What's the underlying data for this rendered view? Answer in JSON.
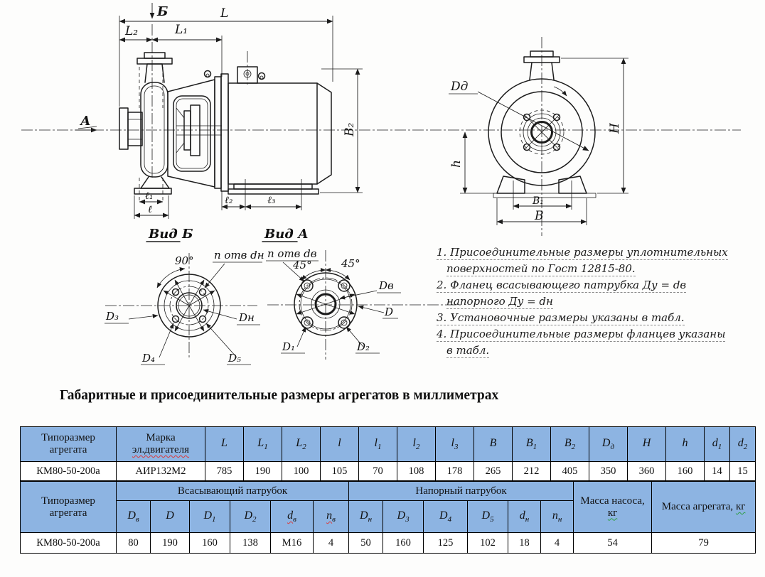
{
  "title": "Габаритные и присоединительные размеры агрегатов в миллиметрах",
  "drawing": {
    "view_labels": {
      "a": "А",
      "b": "Б",
      "view_b_title": "Вид Б",
      "view_a_title": "Вид А"
    },
    "dims": {
      "L": "L",
      "L1": "L₁",
      "L2": "L₂",
      "B2": "B₂",
      "l": "ℓ",
      "l1": "ℓ₁",
      "l2": "ℓ₂",
      "l3": "ℓ₃",
      "H": "H",
      "h": "h",
      "B": "B",
      "B1": "B₁",
      "Dd": "Dд"
    },
    "flange_b": {
      "angle": "90°",
      "holes": "n отв dн",
      "Dn": "Dн",
      "D3": "D₃",
      "D4": "D₄",
      "D5": "D₅"
    },
    "flange_a": {
      "holes": "n отв dв",
      "angle1": "45°",
      "angle2": "45°",
      "Dv": "Dв",
      "D": "D",
      "D1": "D₁",
      "D2": "D₂"
    },
    "notes": [
      "1. Присоединительные размеры уплотнительных",
      "поверхностей  по Гост 12815-80.",
      "2. Фланец всасывающего патрубка Ду = dв",
      "напорного Ду = dн",
      "3. Установочные размеры указаны в табл.",
      "4. Присоединительные размеры фланцев указаны",
      "в табл."
    ]
  },
  "table1": {
    "col1": "Типоразмер агрегата",
    "col2_line1": "Марка",
    "col2_line2": "эл.двигателя",
    "cols": [
      {
        "b": "L",
        "s": ""
      },
      {
        "b": "L",
        "s": "1"
      },
      {
        "b": "L",
        "s": "2"
      },
      {
        "b": "l",
        "s": ""
      },
      {
        "b": "l",
        "s": "1"
      },
      {
        "b": "l",
        "s": "2"
      },
      {
        "b": "l",
        "s": "3"
      },
      {
        "b": "B",
        "s": ""
      },
      {
        "b": "B",
        "s": "1"
      },
      {
        "b": "B",
        "s": "2"
      },
      {
        "b": "D",
        "s": "д"
      },
      {
        "b": "H",
        "s": ""
      },
      {
        "b": "h",
        "s": ""
      },
      {
        "b": "d",
        "s": "1"
      },
      {
        "b": "d",
        "s": "2"
      }
    ],
    "row": [
      "КМ80-50-200а",
      "АИР132М2",
      "785",
      "190",
      "100",
      "105",
      "70",
      "108",
      "178",
      "265",
      "212",
      "405",
      "350",
      "360",
      "160",
      "14",
      "15"
    ]
  },
  "table2": {
    "col1": "Типоразмер агрегата",
    "suction": "Всасывающий патрубок",
    "discharge": "Напорный патрубок",
    "mass_pump_pre": "Масса насоса,",
    "mass_pump_unit": "кг",
    "mass_unit_pre": "Масса агрегата,",
    "mass_unit_unit": "кг",
    "cols": [
      {
        "b": "D",
        "s": "в"
      },
      {
        "b": "D",
        "s": ""
      },
      {
        "b": "D",
        "s": "1"
      },
      {
        "b": "D",
        "s": "2"
      },
      {
        "b": "d",
        "s": "в"
      },
      {
        "b": "n",
        "s": "в"
      },
      {
        "b": "D",
        "s": "н"
      },
      {
        "b": "D",
        "s": "3"
      },
      {
        "b": "D",
        "s": "4"
      },
      {
        "b": "D",
        "s": "5"
      },
      {
        "b": "d",
        "s": "н"
      },
      {
        "b": "n",
        "s": "н"
      }
    ],
    "row": [
      "КМ80-50-200а",
      "80",
      "190",
      "160",
      "138",
      "М16",
      "4",
      "50",
      "160",
      "125",
      "102",
      "18",
      "4",
      "54",
      "79"
    ]
  }
}
